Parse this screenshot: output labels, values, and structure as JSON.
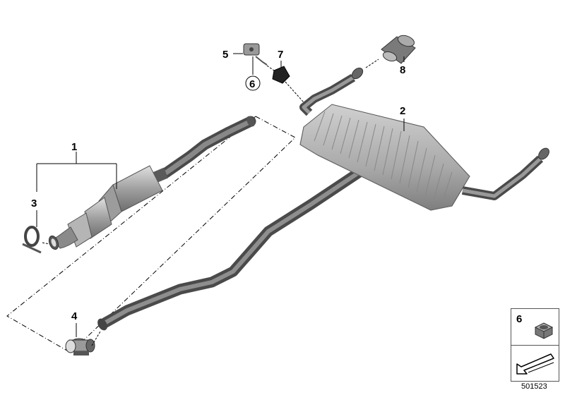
{
  "callouts": {
    "c1": "1",
    "c2": "2",
    "c3": "3",
    "c4": "4",
    "c5": "5",
    "c6": "6",
    "c7": "7",
    "c8": "8"
  },
  "legend": {
    "item_number": "6"
  },
  "diagram_id": "501523",
  "colors": {
    "metal_dark": "#6b6b6b",
    "metal_light": "#bdbdbd",
    "line": "#000000"
  }
}
